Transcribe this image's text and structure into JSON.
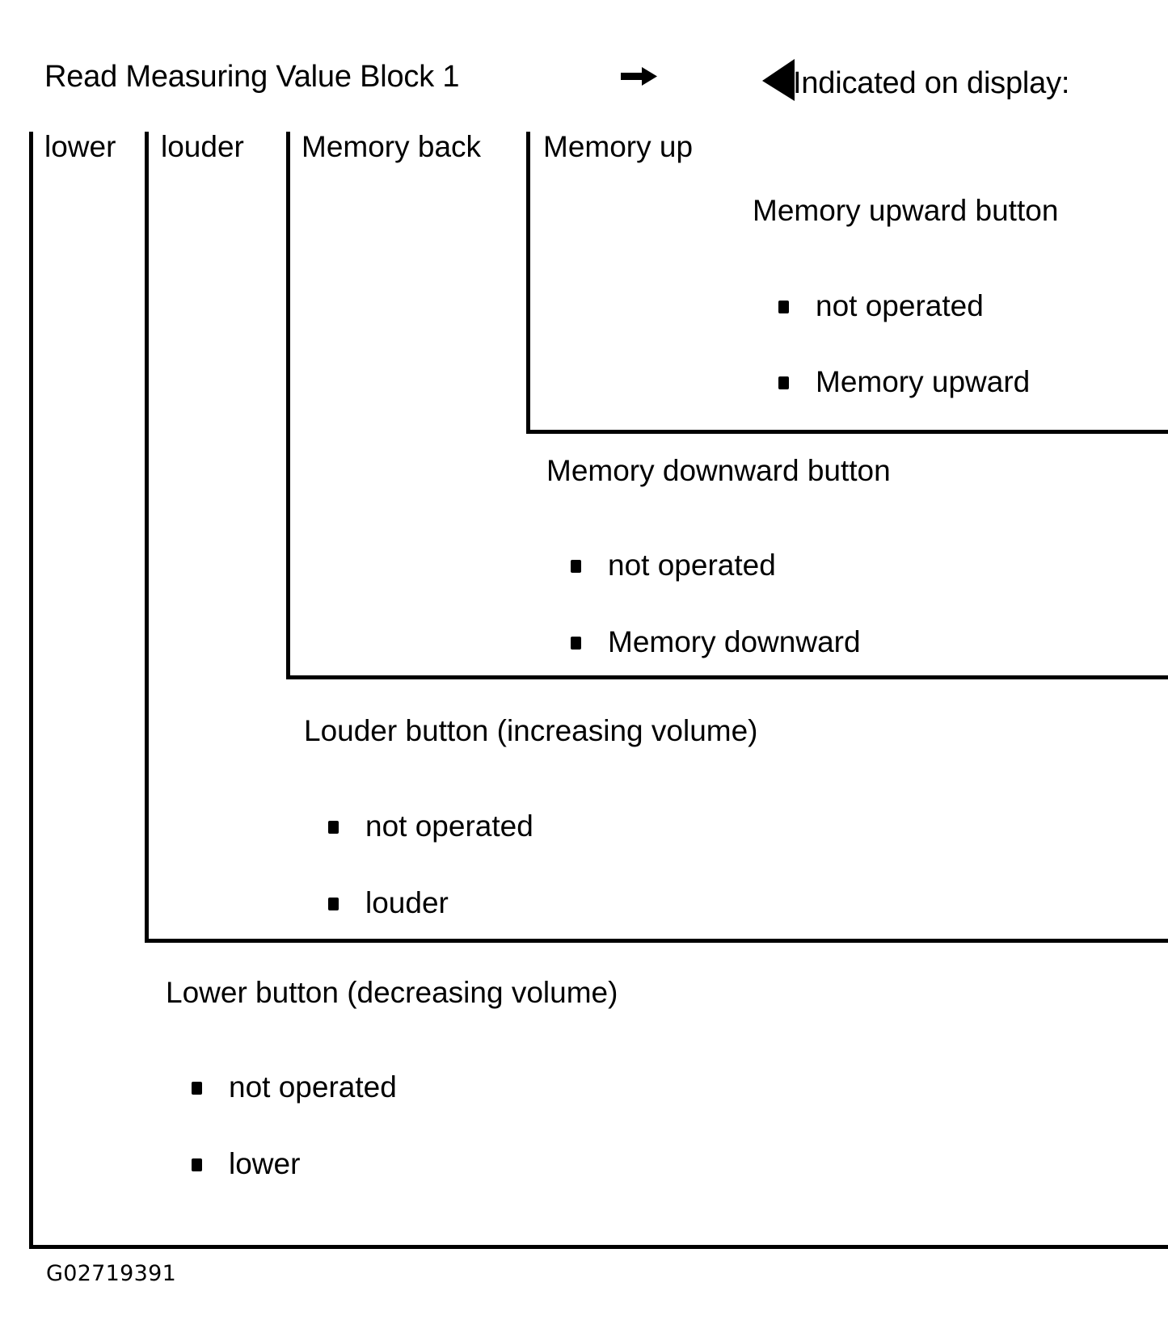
{
  "header": {
    "title": "Read Measuring Value Block 1",
    "arrow_icon": "right-arrow-icon",
    "triangle_icon": "left-triangle-icon",
    "indicated_label": "Indicated on display:"
  },
  "columns": [
    {
      "label": "lower"
    },
    {
      "label": "louder"
    },
    {
      "label": "Memory back"
    },
    {
      "label": "Memory up"
    }
  ],
  "sections": [
    {
      "title": "Memory upward button",
      "items": [
        {
          "label": "not operated"
        },
        {
          "label": "Memory upward"
        }
      ]
    },
    {
      "title": "Memory downward button",
      "items": [
        {
          "label": "not operated"
        },
        {
          "label": "Memory downward"
        }
      ]
    },
    {
      "title": "Louder button (increasing volume)",
      "items": [
        {
          "label": "not operated"
        },
        {
          "label": "louder"
        }
      ]
    },
    {
      "title": "Lower button (decreasing volume)",
      "items": [
        {
          "label": "not operated"
        },
        {
          "label": "lower"
        }
      ]
    }
  ],
  "footer": {
    "code": "G02719391"
  },
  "colors": {
    "ink": "#000000",
    "paper": "#ffffff"
  }
}
